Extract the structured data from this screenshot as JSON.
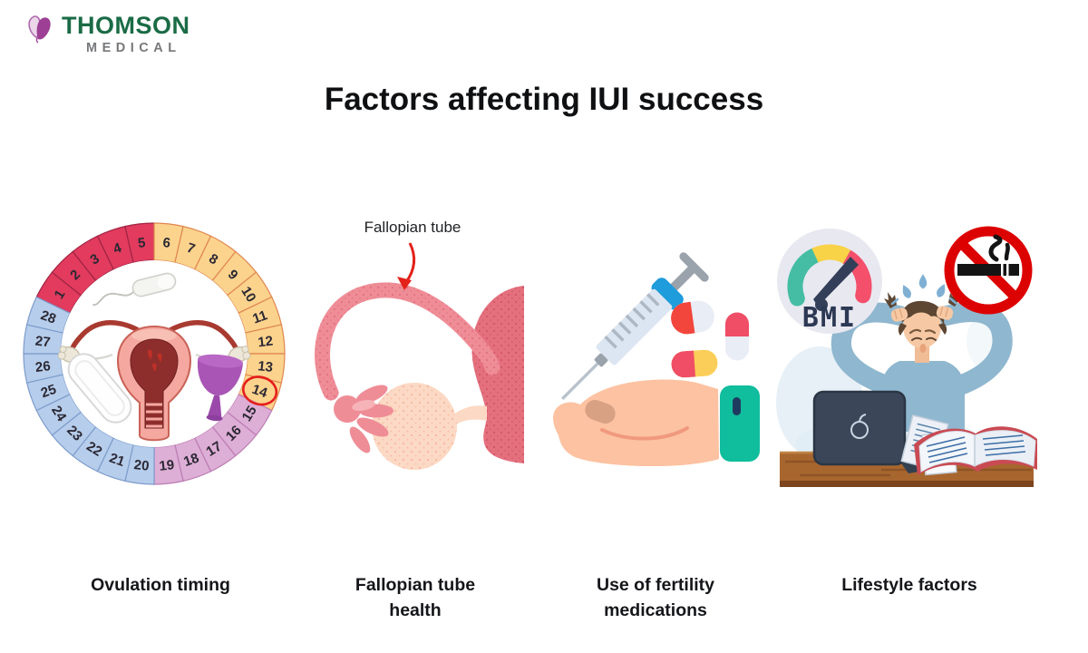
{
  "logo": {
    "brand": "THOMSON",
    "division": "MEDICAL",
    "brand_color": "#1a6b45",
    "division_color": "#77787b",
    "butterfly_color": "#9d3f95"
  },
  "title": "Factors affecting IUI success",
  "panels": {
    "ovulation": {
      "caption": "Ovulation timing"
    },
    "fallopian": {
      "caption": "Fallopian tube health",
      "annotation": "Fallopian tube",
      "arrow_color": "#e32219"
    },
    "medications": {
      "caption": "Use of fertility medications"
    },
    "lifestyle": {
      "caption": "Lifestyle factors",
      "bmi_label": "BMI"
    }
  },
  "cycle_wheel": {
    "type": "cycle-wheel",
    "description": "28-day menstrual cycle wheel, day 14 (ovulation) circled in red",
    "days_total": 28,
    "day_labels": [
      "1",
      "2",
      "3",
      "4",
      "5",
      "6",
      "7",
      "8",
      "9",
      "10",
      "11",
      "12",
      "13",
      "14",
      "15",
      "16",
      "17",
      "18",
      "19",
      "20",
      "21",
      "22",
      "23",
      "24",
      "25",
      "26",
      "27",
      "28"
    ],
    "highlighted_day": 14,
    "highlight_ring_color": "#e51d1d",
    "number_color": "#2b2833",
    "segments": [
      {
        "phase": "menstruation",
        "days": [
          1,
          5
        ],
        "color": "#e23b5e",
        "border": "#9e2442"
      },
      {
        "phase": "follicular",
        "days": [
          6,
          14
        ],
        "color": "#fbd38d",
        "border": "#e0854f"
      },
      {
        "phase": "luteal-early",
        "days": [
          15,
          19
        ],
        "color": "#ddaed6",
        "border": "#bc7cb2"
      },
      {
        "phase": "luteal-late",
        "days": [
          20,
          28
        ],
        "color": "#b6cdec",
        "border": "#7d9ccb"
      }
    ]
  },
  "palette": {
    "tube_pink": "#ef8d97",
    "uterus_mass_pink": "#e4707e",
    "ovary_peach": "#fcd9c4",
    "syringe_blue": "#1f9cdb",
    "capsule_red": "#f2463c",
    "capsule_pink": "#f04d66",
    "capsule_yellow": "#fbce59",
    "hand_skin": "#fcc2a2",
    "bottle_teal": "#10bd9d",
    "gauge_teal": "#45bda4",
    "gauge_yellow": "#f8d247",
    "gauge_red": "#f4506b",
    "gauge_needle": "#333f58",
    "no_smoking_red": "#dd0202",
    "sweater_blue": "#8fb7cf",
    "desk_brown": "#a8662f"
  }
}
